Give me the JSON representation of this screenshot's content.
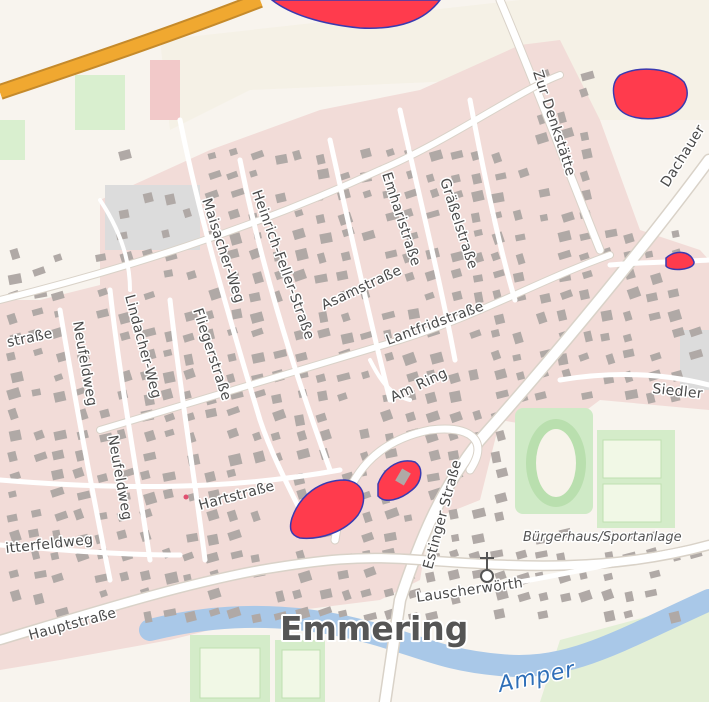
{
  "map": {
    "place_label": "Emmering",
    "water_label": "Amper",
    "poi_label": "Bürgerhaus/Sportanlage",
    "streets": {
      "zur_denkstaette": "Zur Denkstätte",
      "dachauer": "Dachauer",
      "heinrich_feller": "Heinrich-Feller-Straße",
      "maisacher_weg": "Maisacher-Weg",
      "emharts": "Emharistraße",
      "grassel": "Gräßelstraße",
      "asam": "Asamstraße",
      "lantfrid": "Lantfridstraße",
      "am_ring": "Am Ring",
      "neufeldweg_1": "Neufeldweg",
      "neufeldweg_2": "Neufeldweg",
      "lindacher": "Lindacher-Weg",
      "flieger": "Fliegerstraße",
      "strasse_partial": "straße",
      "hart": "Hartstraße",
      "itterfeld": "itterfeldweg",
      "haupt": "Hauptstraße",
      "estinger": "Estinger Straße",
      "lauscher": "Lauscherwörth",
      "siedler": "Siedler"
    },
    "colors": {
      "residential": "#f2dcd8",
      "road": "#ffffff",
      "motorway": "#f0a830",
      "river": "#a9c8e8",
      "park": "#cfeac6",
      "hazard_fill": "#ff3b4d",
      "hazard_stroke": "#3a3ab0",
      "building": "#b0a9a6"
    },
    "icons": [
      "church-icon",
      "pin-dot-icon"
    ]
  }
}
